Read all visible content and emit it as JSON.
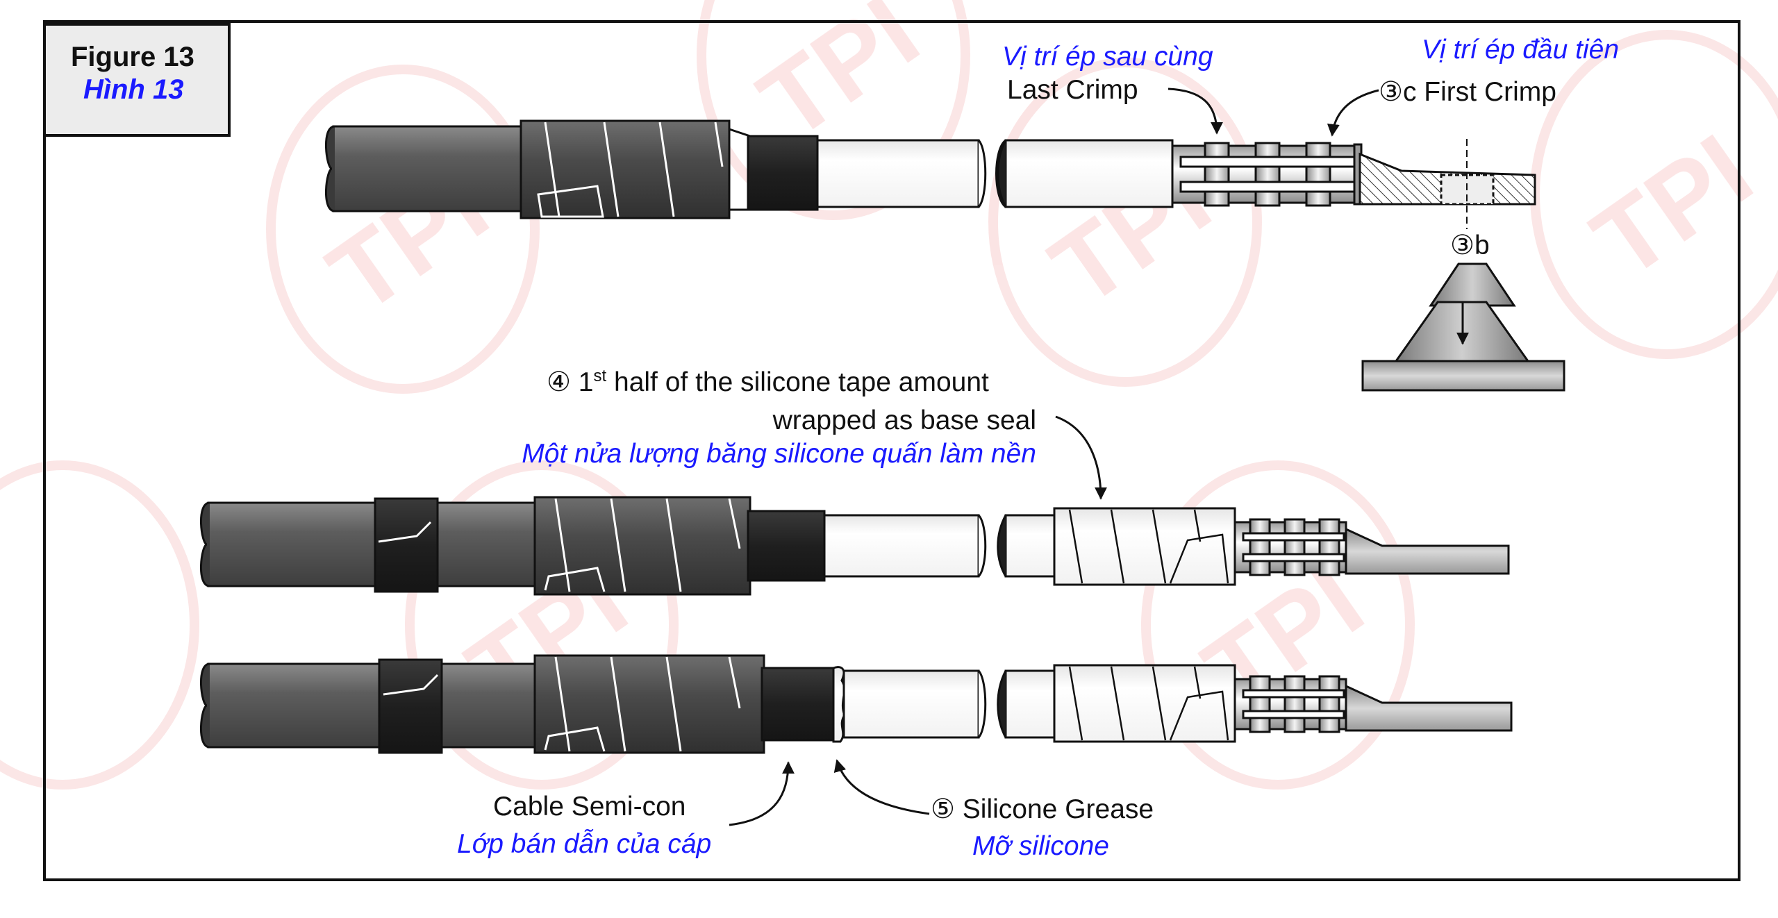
{
  "figure": {
    "label_en": "Figure 13",
    "label_vi": "Hình 13"
  },
  "callouts": {
    "last_crimp_vi": "Vị trí ép sau cùng",
    "last_crimp_en": "Last Crimp",
    "first_crimp_vi": "Vị trí ép đầu tiên",
    "first_crimp_en": "③c First Crimp",
    "step_3b": "③b",
    "step4_line1_num": "④ 1",
    "step4_line1_sup": "st",
    "step4_line1_rest": " half of the silicone tape amount",
    "step4_line2": "wrapped as base seal",
    "step4_vi": "Một nửa lượng băng silicone quấn làm nền",
    "semicon_en": "Cable Semi-con",
    "semicon_vi": "Lớp bán dẫn của cáp",
    "grease_en": "⑤  Silicone Grease",
    "grease_vi": "Mỡ silicone"
  },
  "watermark": {
    "text": "TPI",
    "color": "#e23b3b"
  },
  "colors": {
    "jacket": "#555555",
    "semicon": "#262626",
    "insulation": "#ffffff",
    "label_en": "#111111",
    "label_vi": "#1a1aff"
  }
}
